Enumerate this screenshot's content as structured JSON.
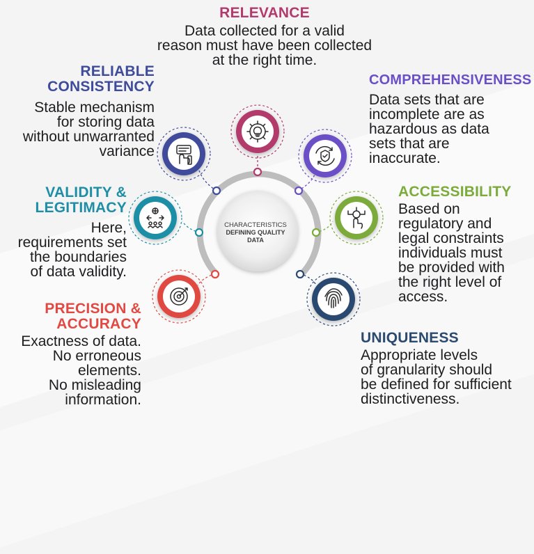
{
  "center": {
    "line1": "CHARACTERISTICS",
    "line2": "DEFINING QUALITY",
    "line3": "DATA"
  },
  "items": [
    {
      "key": "relevance",
      "title": [
        "RELEVANCE"
      ],
      "desc": [
        "Data collected for a valid",
        "reason must have been collected",
        "at the right time."
      ],
      "color": "#b23a6c",
      "icon": "gear-lightbulb-icon"
    },
    {
      "key": "comprehensiveness",
      "title": [
        "COMPREHENSIVENESS"
      ],
      "desc": [
        "Data sets that are",
        "incomplete are as",
        "hazardous as data",
        "sets that are",
        "inaccurate."
      ],
      "color": "#6b4fc6",
      "icon": "shield-check-refresh-icon"
    },
    {
      "key": "accessibility",
      "title": [
        "ACCESSIBILITY"
      ],
      "desc": [
        "Based on",
        "regulatory and",
        "legal constraints",
        "individuals must",
        "be provided with",
        "the right level of",
        "access."
      ],
      "color": "#7bab3a",
      "icon": "hand-circuit-icon"
    },
    {
      "key": "uniqueness",
      "title": [
        "UNIQUENESS"
      ],
      "desc": [
        "Appropriate levels",
        "of granularity should",
        "be defined for sufficient",
        "distinctiveness."
      ],
      "color": "#2c4a70",
      "icon": "fingerprint-icon"
    },
    {
      "key": "reliable_consistency",
      "title": [
        "RELIABLE",
        "CONSISTENCY"
      ],
      "desc": [
        "Stable mechanism",
        "for storing data",
        "without unwarranted",
        "variance"
      ],
      "color": "#3f4c9b",
      "icon": "hand-pressing-button-icon"
    },
    {
      "key": "validity_legitimacy",
      "title": [
        "VALIDITY &",
        "LEGITIMACY"
      ],
      "desc": [
        "Here,",
        "requirements set",
        "the boundaries",
        "of data validity."
      ],
      "color": "#1e8ea6",
      "icon": "scales-people-icon"
    },
    {
      "key": "precision_accuracy",
      "title": [
        "PRECISION &",
        "ACCURACY"
      ],
      "desc": [
        "Exactness of data.",
        "No erroneous",
        "elements.",
        "No misleading",
        "information."
      ],
      "color": "#e04a43",
      "icon": "target-arrow-icon"
    }
  ]
}
